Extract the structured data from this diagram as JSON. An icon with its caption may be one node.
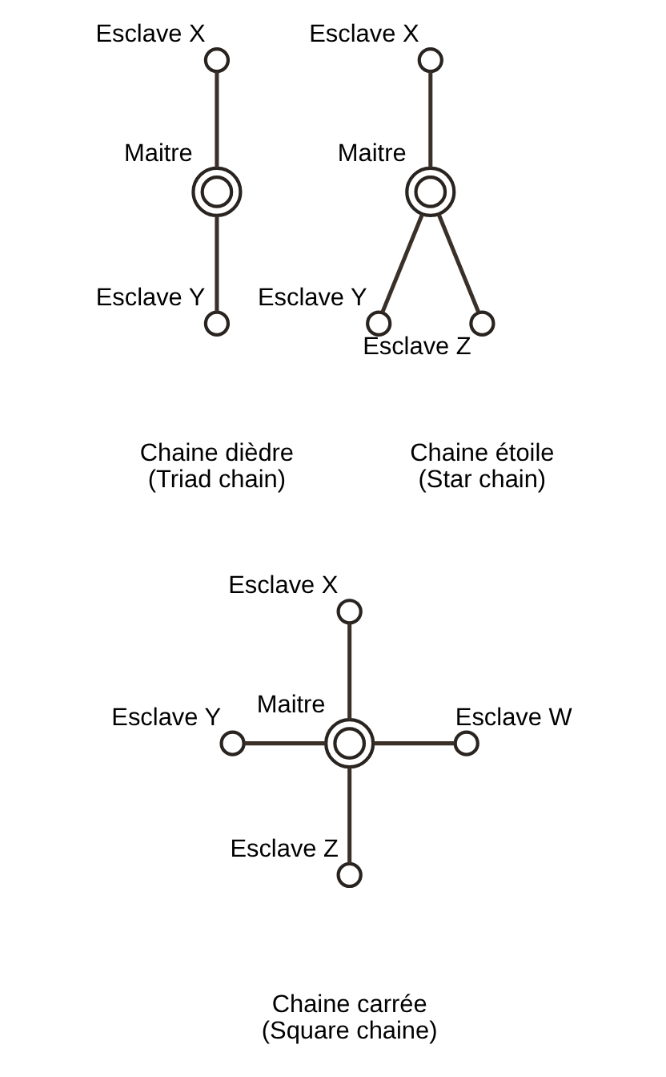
{
  "diagram": {
    "nodes": [
      {
        "text": [],
        "shape": "circle",
        "beside": [
          "Esclave X"
        ]
      },
      {
        "text": [],
        "shape": "circle",
        "beside": [
          "Maitre"
        ]
      },
      {
        "text": [],
        "shape": "circle",
        "beside": [
          "Esclave Y"
        ]
      },
      {
        "text": [],
        "shape": "circle",
        "beside": [
          "Esclave X"
        ]
      },
      {
        "text": [],
        "shape": "circle",
        "beside": [
          "Maitre"
        ]
      },
      {
        "text": [],
        "shape": "circle",
        "beside": [
          "Esclave Y"
        ]
      },
      {
        "text": [],
        "shape": "circle",
        "beside": [
          "Esclave Z"
        ]
      },
      {
        "text": [],
        "shape": "circle",
        "beside": [
          "Esclave X"
        ]
      },
      {
        "text": [],
        "shape": "circle",
        "beside": [
          "Esclave Y"
        ]
      },
      {
        "text": [],
        "shape": "circle",
        "beside": [
          "Maitre"
        ]
      },
      {
        "text": [],
        "shape": "circle",
        "beside": [
          "Esclave W"
        ]
      },
      {
        "text": [],
        "shape": "circle",
        "beside": [
          "Esclave Z"
        ]
      }
    ],
    "edges": [
      {
        "from": 0,
        "to": 1,
        "arrow": "none"
      },
      {
        "from": 1,
        "to": 2,
        "arrow": "none"
      },
      {
        "from": 3,
        "to": 4,
        "arrow": "none"
      },
      {
        "from": 4,
        "to": 5,
        "arrow": "none"
      },
      {
        "from": 4,
        "to": 6,
        "arrow": "none"
      },
      {
        "from": 7,
        "to": 9,
        "arrow": "none"
      },
      {
        "from": 8,
        "to": 9,
        "arrow": "none"
      },
      {
        "from": 9,
        "to": 10,
        "arrow": "none"
      },
      {
        "from": 9,
        "to": 11,
        "arrow": "none"
      }
    ],
    "labels": [
      "Chaine dièdre",
      "(Triad chain)",
      "Chaine étoile",
      "(Star chain)",
      "Chaine carrée",
      "(Square chaine)"
    ]
  }
}
